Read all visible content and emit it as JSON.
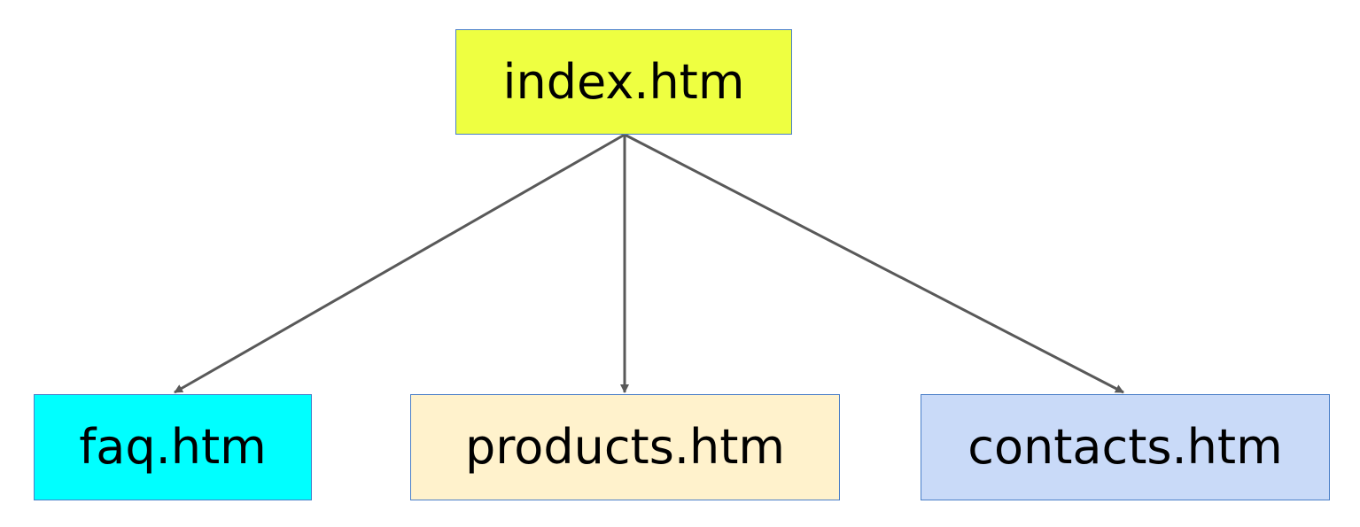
{
  "nodes": {
    "root": {
      "label": "index.htm",
      "color": "#eeff41"
    },
    "faq": {
      "label": "faq.htm",
      "color": "#00ffff"
    },
    "products": {
      "label": "products.htm",
      "color": "#fff2cc"
    },
    "contacts": {
      "label": "contacts.htm",
      "color": "#c9daf8"
    }
  },
  "edges": [
    {
      "from": "index.htm",
      "to": "faq.htm"
    },
    {
      "from": "index.htm",
      "to": "products.htm"
    },
    {
      "from": "index.htm",
      "to": "contacts.htm"
    }
  ],
  "style": {
    "edge_color": "#595959",
    "border_color": "#4a7fc8"
  }
}
